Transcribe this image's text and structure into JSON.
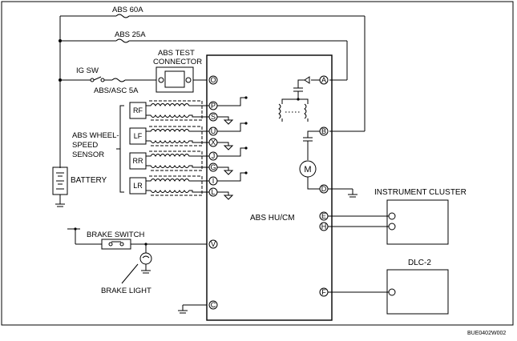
{
  "fuses": {
    "abs60": "ABS 60A",
    "abs25": "ABS 25A",
    "absasc5": "ABS/ASC 5A"
  },
  "switches": {
    "ig_sw": "IG SW"
  },
  "test_connector": {
    "line1": "ABS TEST",
    "line2": "CONNECTOR"
  },
  "sensor_label": {
    "line1": "ABS WHEEL-",
    "line2": "SPEED",
    "line3": "SENSOR"
  },
  "sensors": [
    "RF",
    "LF",
    "RR",
    "LR"
  ],
  "battery": "BATTERY",
  "brake_switch": "BRAKE SWITCH",
  "brake_light": "BRAKE LIGHT",
  "module": "ABS  HU/CM",
  "instrument_cluster": "INSTRUMENT CLUSTER",
  "dlc": "DLC-2",
  "pins": {
    "O": "O",
    "P": "P",
    "S": "S",
    "U": "U",
    "X": "X",
    "J": "J",
    "G": "G",
    "I": "I",
    "L": "L",
    "V": "V",
    "C": "C",
    "A": "A",
    "B": "B",
    "D": "D",
    "E": "E",
    "H": "H",
    "F": "F"
  },
  "motor": "M",
  "figure_ref": "BUE0402W002"
}
